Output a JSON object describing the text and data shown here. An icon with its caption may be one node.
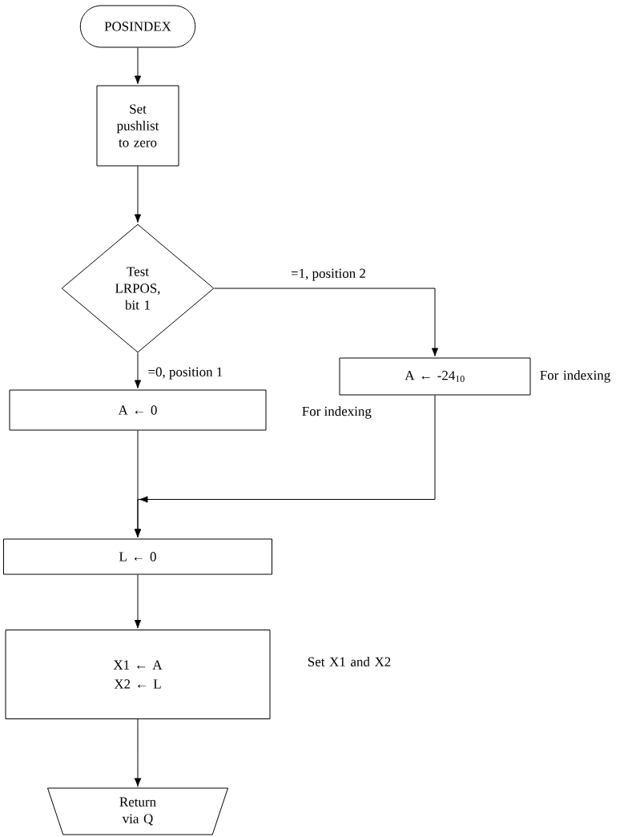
{
  "diagram": {
    "nodes": [
      {
        "text": [
          "POSINDEX"
        ]
      },
      {
        "text": [
          "Set pushlist to zero"
        ]
      },
      {
        "text": [
          "Test LRPOS, bit 1"
        ]
      },
      {
        "text": [
          "A ← -24$_{10}$"
        ],
        "beside": [
          "For indexing"
        ]
      },
      {
        "text": [
          "A ← 0"
        ]
      },
      {
        "text": [
          "L ← 0"
        ]
      },
      {
        "text": [
          "X1 ← A",
          "X2 ← L"
        ],
        "beside": [
          "Set X1 and X2"
        ]
      },
      {
        "text": [
          "Return via Q"
        ]
      }
    ],
    "edges": [
      {
        "from": 0,
        "to": 1,
        "arrow": "to"
      },
      {
        "from": 1,
        "to": 2,
        "arrow": "to"
      },
      {
        "from": 2,
        "to": 3,
        "arrow": "to",
        "label": "=1, position 2"
      },
      {
        "from": 2,
        "to": 4,
        "arrow": "to",
        "label": "=0, position 1"
      },
      {
        "from": 4,
        "to": 5,
        "arrow": "to"
      },
      {
        "from": 3,
        "to": 5,
        "arrow": "to"
      },
      {
        "from": 5,
        "to": 6,
        "arrow": "to"
      },
      {
        "from": 6,
        "to": 7,
        "arrow": "to"
      }
    ],
    "labels": [
      "For indexing"
    ]
  }
}
